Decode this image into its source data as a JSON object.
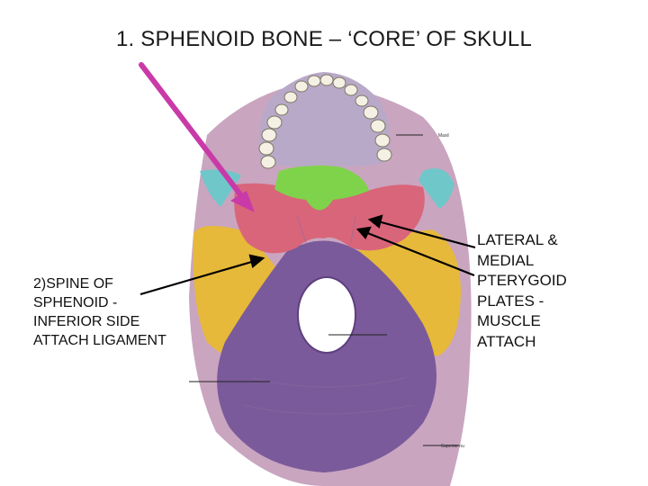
{
  "slide": {
    "title": "1. SPHENOID BONE – ‘CORE’ OF SKULL"
  },
  "annotations": {
    "left": "2)SPINE OF\nSPHENOID -\nINFERIOR SIDE\nATTACH LIGAMENT",
    "right": "LATERAL &\nMEDIAL\nPTERYGOID\nPLATES -\nMUSCLE\nATTACH"
  },
  "figure_labels": {
    "top_right": "Maxil",
    "bottom_right": "Superior nu"
  },
  "colors": {
    "arrow": "#c93aa8",
    "sphenoid": "#d9657a",
    "palatine": "#7fd34a",
    "maxilla": "#b9a9c8",
    "occipital": "#7a5a9a",
    "temporal": "#e6b93a",
    "zygomatic": "#6fc7c9",
    "parietal_edge": "#d98aa8"
  }
}
